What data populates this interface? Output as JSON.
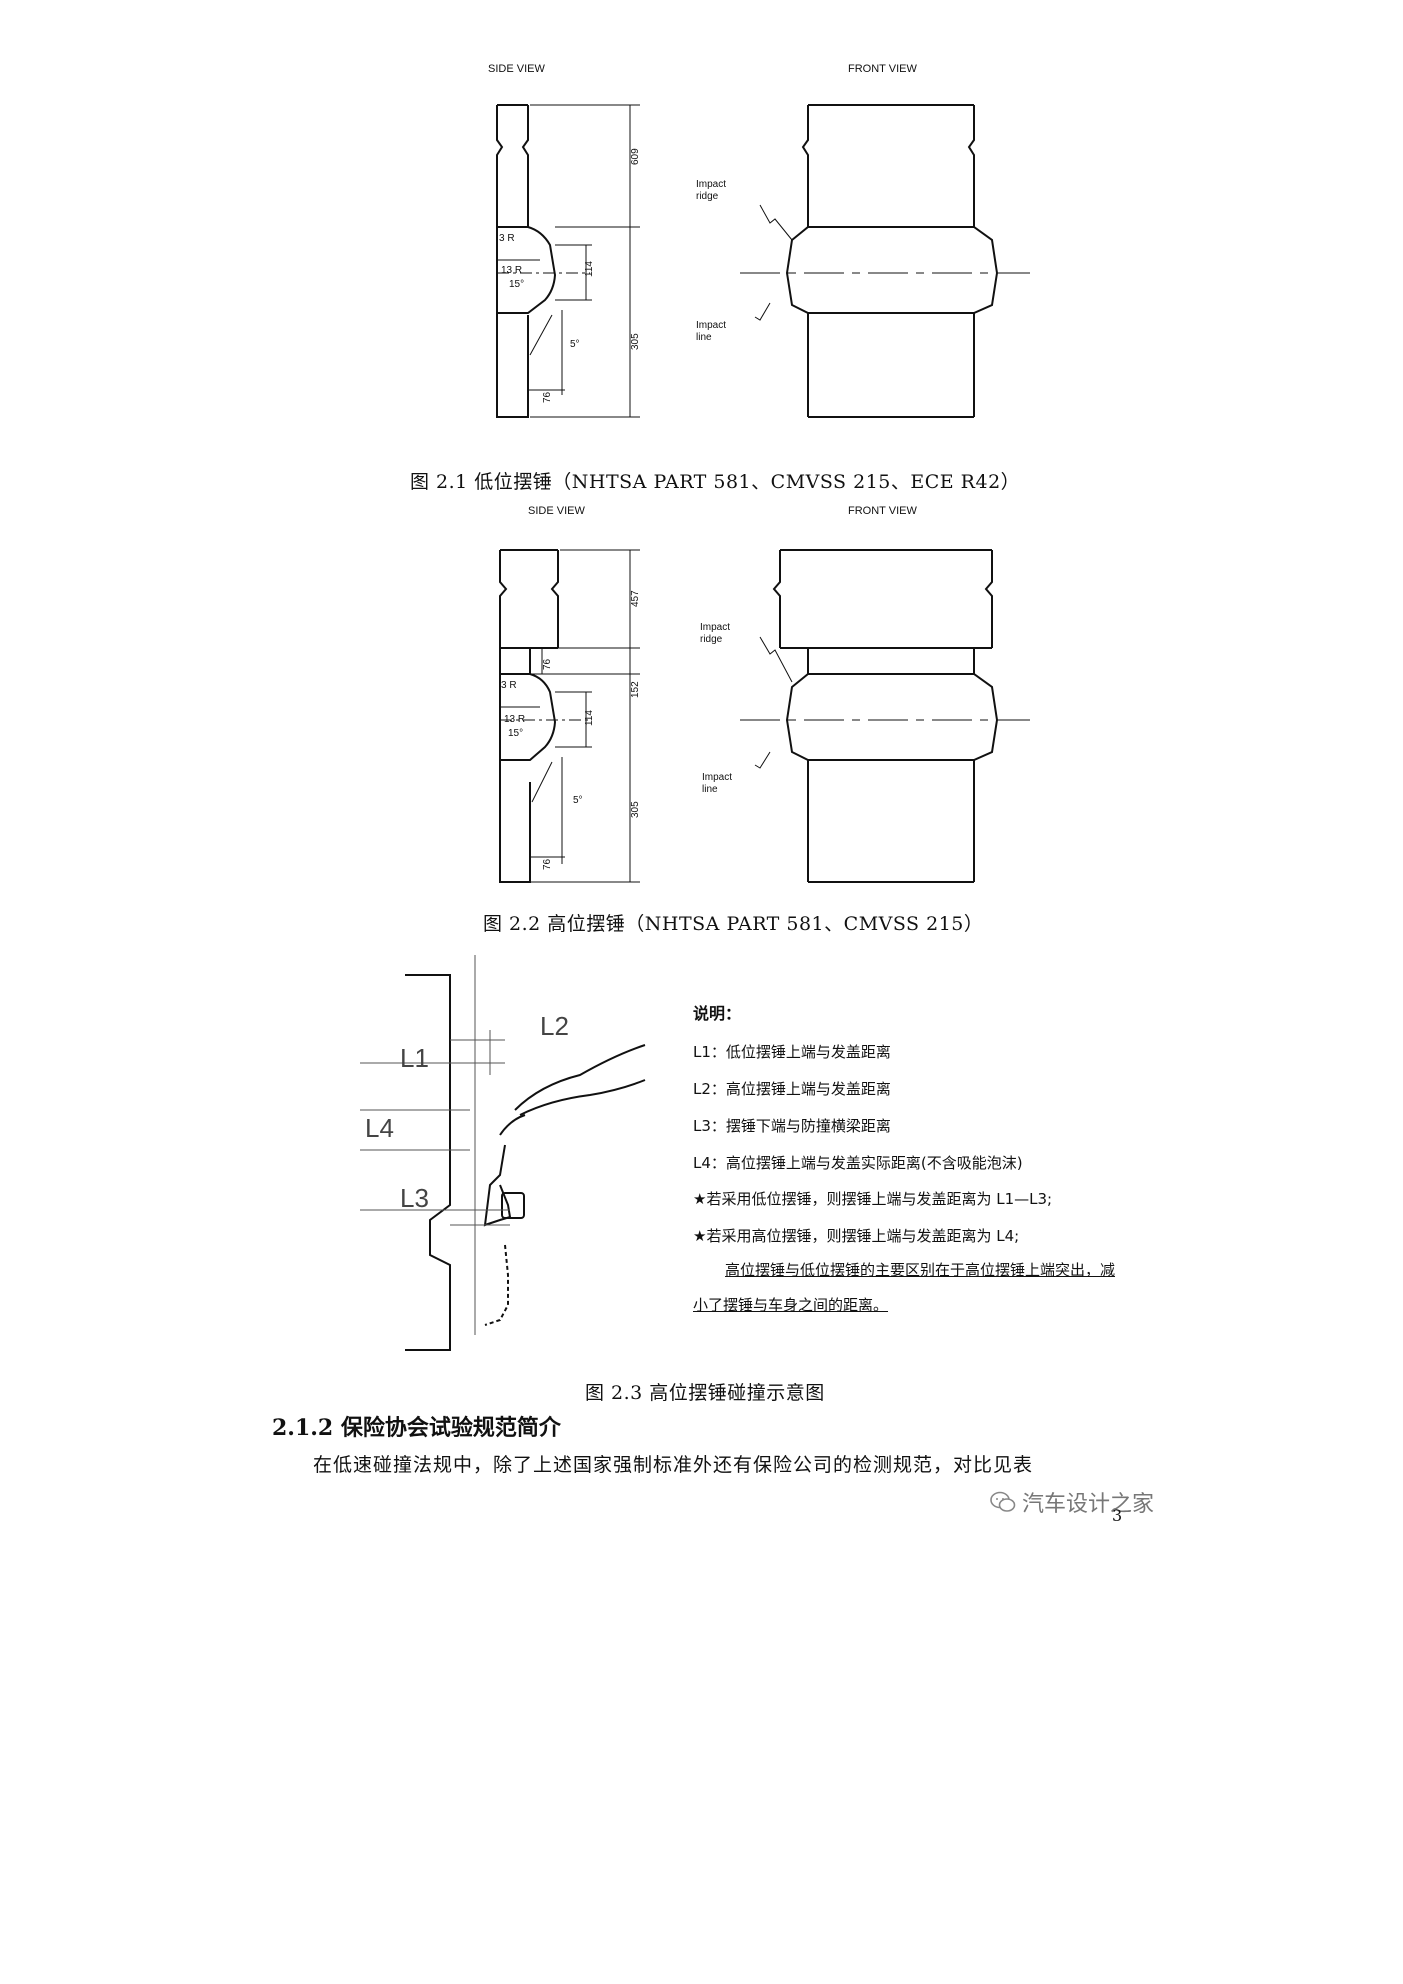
{
  "figure1": {
    "side_view": "SIDE VIEW",
    "front_view": "FRONT VIEW",
    "impact_ridge": [
      "Impact",
      "ridge"
    ],
    "impact_line": [
      "Impact",
      "line"
    ],
    "dims": {
      "top": "609",
      "mid": "114",
      "bottom": "305",
      "width": "76"
    },
    "labels": {
      "r3": "3 R",
      "r13": "13 R",
      "deg15": "15°",
      "deg5": "5°"
    },
    "caption": "图 2.1 低位摆锤（NHTSA PART 581、CMVSS 215、ECE R42）"
  },
  "figure2": {
    "side_view": "SIDE VIEW",
    "front_view": "FRONT VIEW",
    "impact_ridge": [
      "Impact",
      "ridge"
    ],
    "impact_line": [
      "Impact",
      "line"
    ],
    "dims": {
      "top": "457",
      "upper": "76",
      "mid_total": "152",
      "mid": "114",
      "bottom": "305",
      "width": "76"
    },
    "labels": {
      "r3": "3 R",
      "r13": "13 R",
      "deg15": "15°",
      "deg5": "5°"
    },
    "caption": "图 2.2  高位摆锤（NHTSA PART 581、CMVSS 215）"
  },
  "figure3": {
    "sketch_labels": {
      "l1": "L1",
      "l2": "L2",
      "l3": "L3",
      "l4": "L4"
    },
    "notes": {
      "title": "说明：",
      "l1": "L1：低位摆锤上端与发盖距离",
      "l2": "L2：高位摆锤上端与发盖距离",
      "l3": "L3：摆锤下端与防撞横梁距离",
      "l4": "L4：高位摆锤上端与发盖实际距离(不含吸能泡沫)",
      "star1": "★若采用低位摆锤，则摆锤上端与发盖距离为 L1—L3;",
      "star2": "★若采用高位摆锤，则摆锤上端与发盖距离为 L4;",
      "para_line1": "高位摆锤与低位摆锤的主要区别在于高位摆锤上端突出，减",
      "para_line2": "小了摆锤与车身之间的距离。"
    },
    "caption": "图 2.3  高位摆锤碰撞示意图"
  },
  "section": {
    "heading": "2.1.2 保险协会试验规范简介",
    "body": "在低速碰撞法规中，除了上述国家强制标准外还有保险公司的检测规范，对比见表"
  },
  "watermark": "汽车设计之家",
  "page_number": "3"
}
